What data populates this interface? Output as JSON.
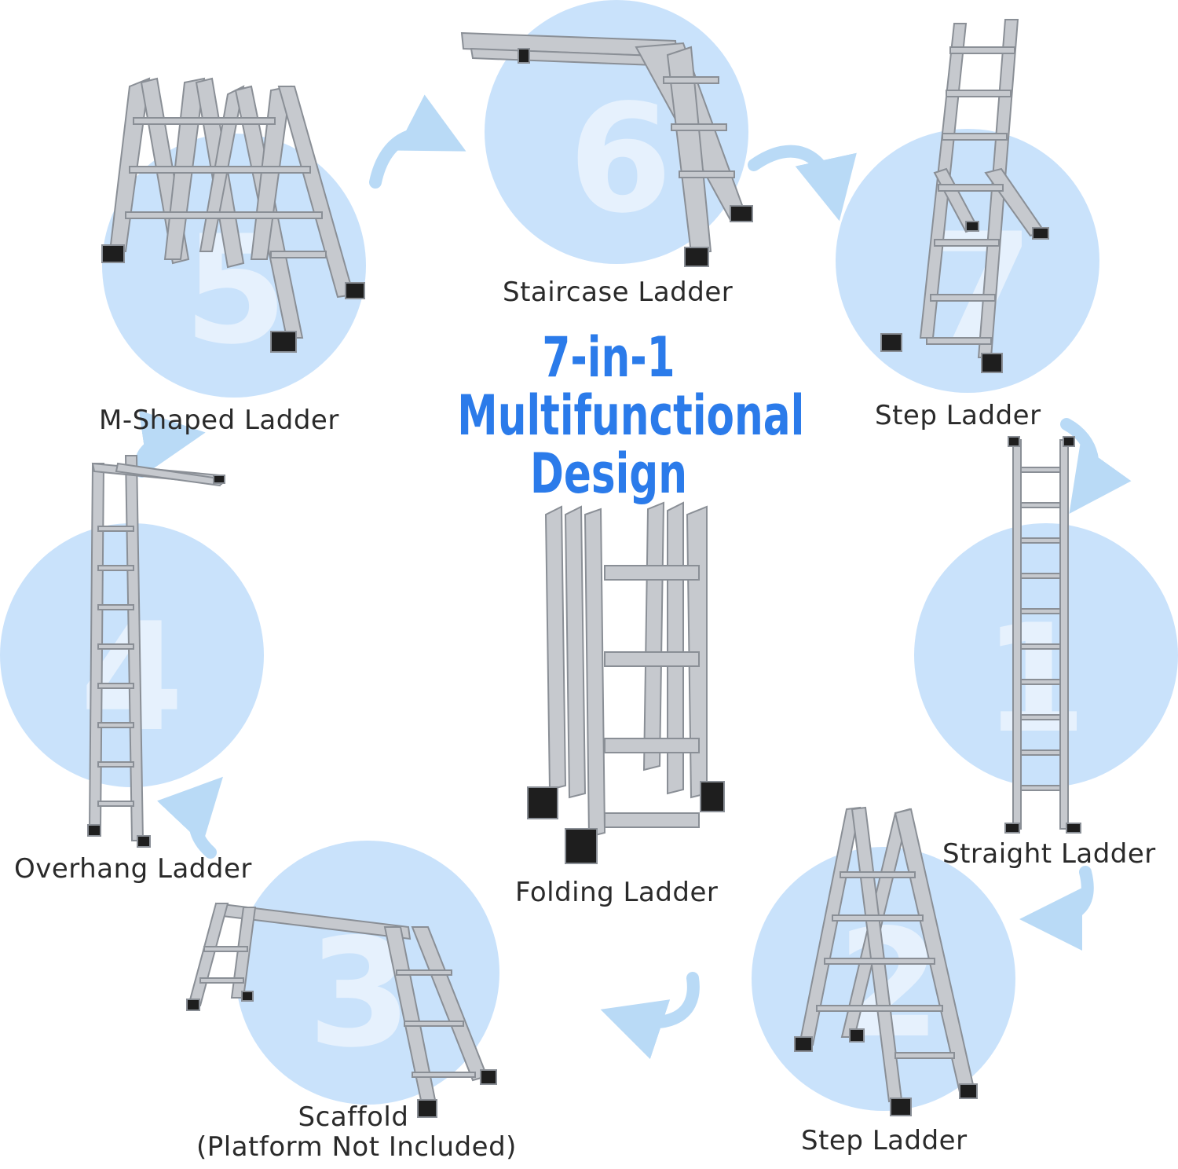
{
  "headline": {
    "line1": "7-in-1",
    "line2": "Multifunctional",
    "line3": "Design"
  },
  "modes": [
    {
      "number": "1",
      "label": "Straight Ladder"
    },
    {
      "number": "2",
      "label": "Step Ladder"
    },
    {
      "number": "3",
      "label": "Scaffold",
      "sublabel": "(Platform Not Included)"
    },
    {
      "number": "4",
      "label": "Overhang Ladder"
    },
    {
      "number": "5",
      "label": "M-Shaped Ladder"
    },
    {
      "number": "6",
      "label": "Staircase Ladder"
    },
    {
      "number": "7",
      "label": "Step Ladder"
    }
  ],
  "center": {
    "label": "Folding Ladder"
  },
  "colors": {
    "circle": "#c9e2fb",
    "circle_number": "#e6f1fd",
    "arrow": "#b9daf6",
    "headline": "#2b7bea",
    "ladder": "#c6c9ce",
    "ladder_edge": "#8a8f96",
    "foot": "#1e1e1e"
  }
}
